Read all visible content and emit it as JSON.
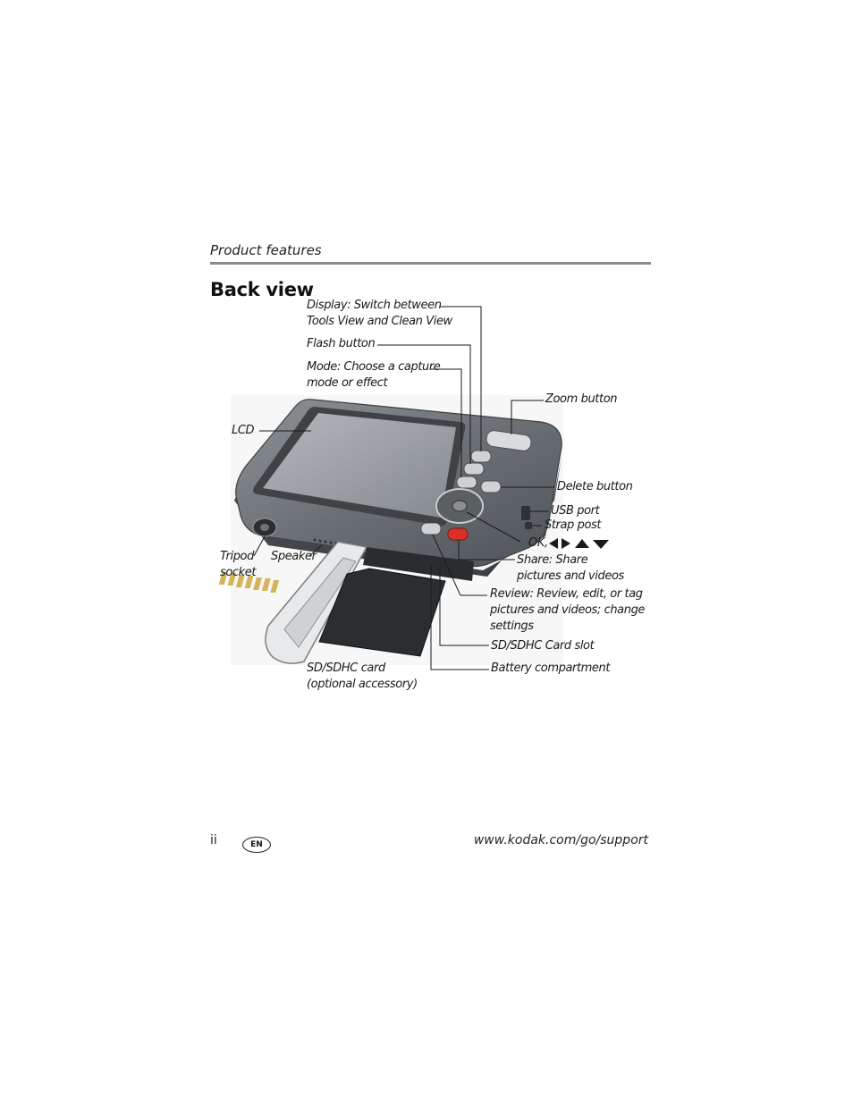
{
  "header": {
    "section": "Product features",
    "title": "Back view"
  },
  "labels": {
    "display": [
      "Display: Switch between",
      "Tools View and Clean View"
    ],
    "flash": "Flash button",
    "mode": [
      "Mode: Choose a capture",
      "mode or effect"
    ],
    "zoom": "Zoom button",
    "lcd": "LCD",
    "delete": "Delete button",
    "usb": "USB port",
    "strap": "Strap post",
    "ok": "OK,",
    "share": [
      "Share: Share",
      "pictures and videos"
    ],
    "tripod": [
      "Tripod",
      "socket"
    ],
    "speaker": "Speaker",
    "review": [
      "Review: Review, edit, or tag",
      "pictures and videos; change",
      "settings"
    ],
    "card_slot": "SD/SDHC Card slot",
    "battery": "Battery compartment",
    "card": [
      "SD/SDHC card",
      "(optional accessory)"
    ]
  },
  "footer": {
    "page": "ii",
    "lang": "EN",
    "url": "www.kodak.com/go/support"
  },
  "colors": {
    "camera_body": "#6b7074",
    "lcd": "#9a9ea3",
    "share_button": "#d8312a",
    "rule": "#8a8a8a"
  }
}
